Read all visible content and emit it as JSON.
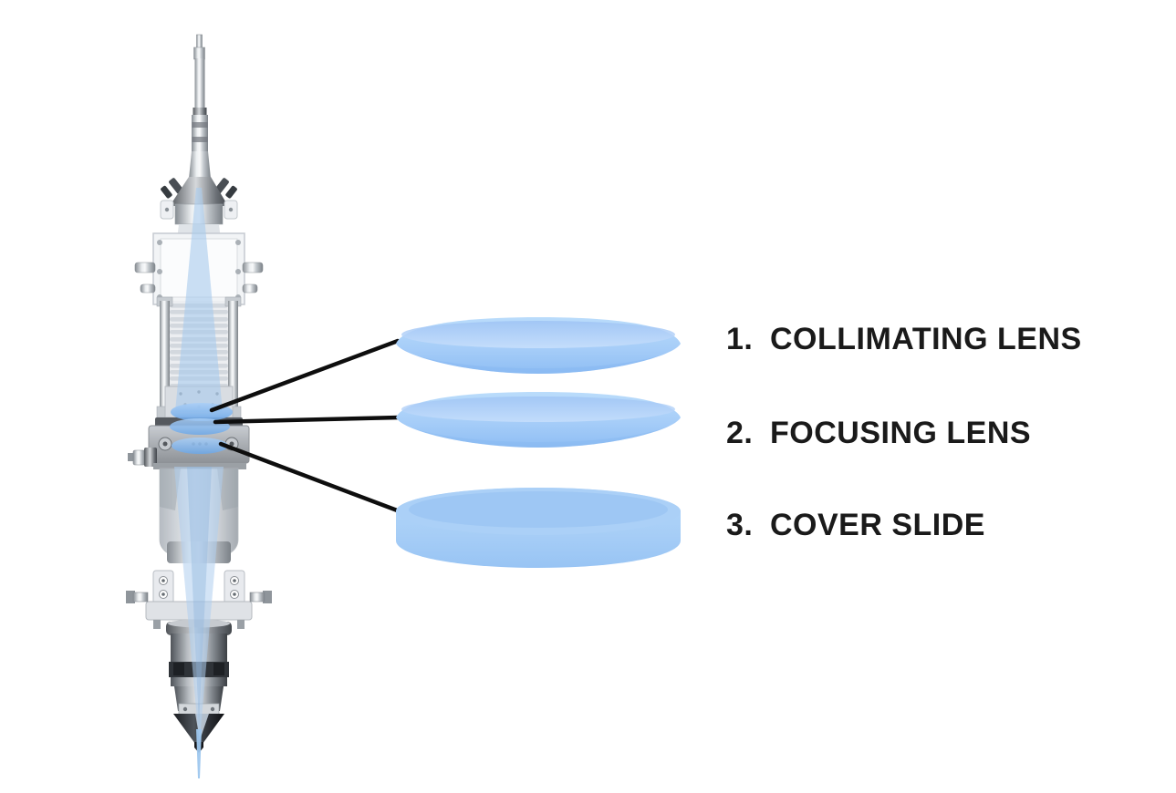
{
  "diagram": {
    "type": "labeled-illustration",
    "subject": "laser-cutting-head-optical-components",
    "labels": [
      {
        "number": "1.",
        "text": "COLLIMATING LENS"
      },
      {
        "number": "2.",
        "text": "FOCUSING LENS"
      },
      {
        "number": "3.",
        "text": "COVER SLIDE"
      }
    ],
    "colors": {
      "lens_fill_top": "#b9dafb",
      "lens_fill_bottom": "#8fbef4",
      "lens_highlight": "#c9e0fc",
      "cover_slide_fill": "#a6cdf6",
      "beam_blue": "#aecdee",
      "leader_line": "#0e0e0e",
      "label_text": "#1a1a1a",
      "background": "#ffffff"
    }
  }
}
